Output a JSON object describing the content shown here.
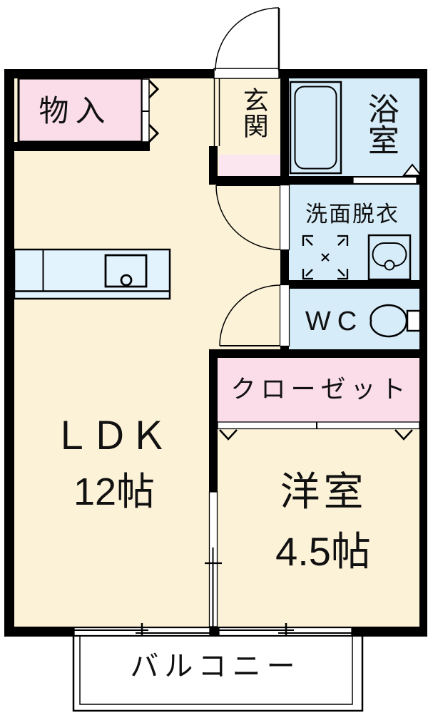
{
  "floorplan": {
    "rooms": {
      "storage": {
        "label": "物入"
      },
      "entrance": {
        "label": "玄関"
      },
      "bathroom": {
        "label": "浴室"
      },
      "washroom": {
        "label": "洗面脱衣"
      },
      "wc": {
        "label": "WC"
      },
      "closet": {
        "label": "クローゼット"
      },
      "ldk": {
        "label": "ＬＤＫ",
        "size": "12帖"
      },
      "western_room": {
        "label": "洋室",
        "size": "4.5帖"
      },
      "balcony": {
        "label": "バルコニー"
      }
    },
    "icons": [
      "bathtub-icon",
      "washing-machine-pan-icon",
      "washbasin-icon",
      "toilet-icon",
      "kitchen-counter",
      "kitchen-sink",
      "door-swing-arc",
      "sliding-door-symbol",
      "sliding-window-symbol",
      "folding-door-chevrons"
    ],
    "colors": {
      "floor_cream": "#FCF2D8",
      "closet_pink": "#FADDE8",
      "entry_step_pink": "#FBE6EF",
      "wet_area_blue": "#D6ECF9",
      "kitchen_counter_blue": "#E3F3FE",
      "wall_black": "#000000",
      "background_white": "#FFFFFF"
    }
  }
}
